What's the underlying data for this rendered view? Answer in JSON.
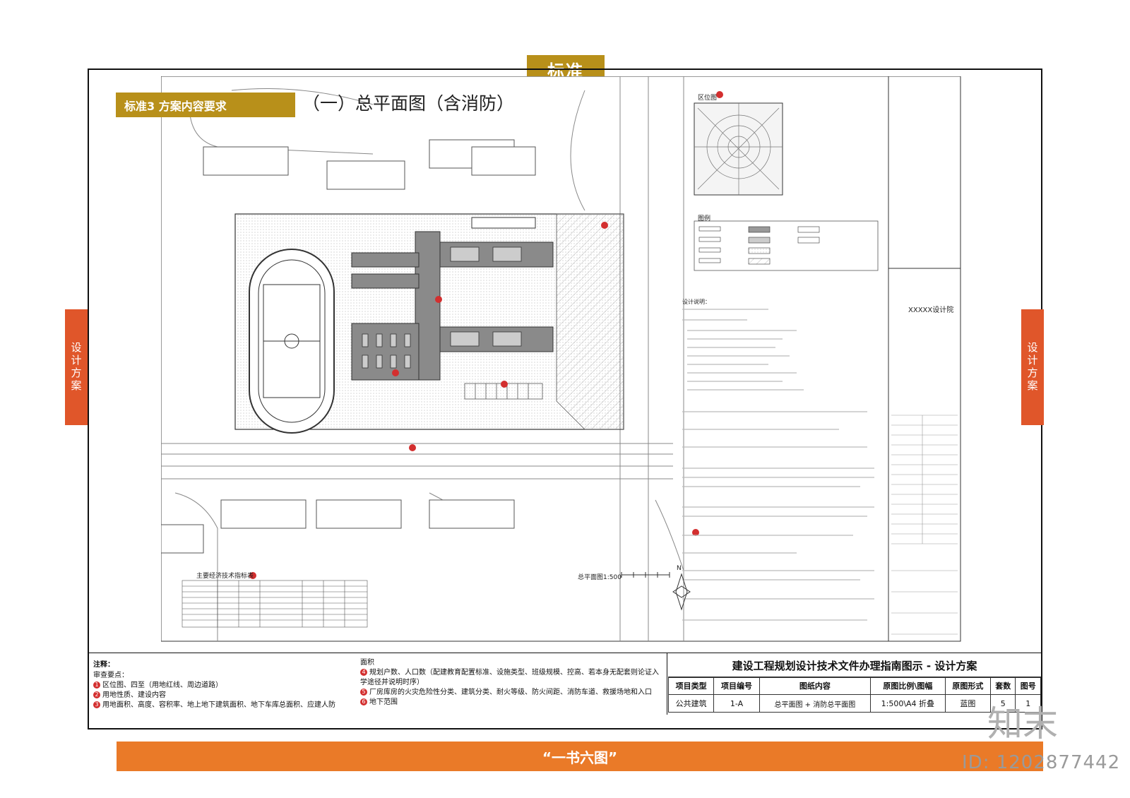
{
  "header": {
    "standard_tab": "标准"
  },
  "side_tabs": {
    "left": "设计方案",
    "right": "设计方案"
  },
  "section": {
    "label": "标准3 方案内容要求",
    "plan_title": "（一）总平面图（含消防）"
  },
  "drawing": {
    "location_map_label": "区位图",
    "legend_label": "图例",
    "design_notes_label": "设计说明：",
    "econ_table_label": "主要经济技术指标表",
    "scale_label": "总平面图1:500",
    "north_label": "N",
    "institute": "XXXXX设计院"
  },
  "notes": {
    "heading": "注释：",
    "sub": "审查要点：",
    "items": [
      {
        "n": "1",
        "text": "区位图、四至（用地红线、周边道路）"
      },
      {
        "n": "2",
        "text": "用地性质、建设内容"
      },
      {
        "n": "3",
        "text": "用地面积、高度、容积率、地上地下建筑面积、地下车库总面积、应建人防"
      }
    ],
    "cont": "面积",
    "items2": [
      {
        "n": "4",
        "text": "规划户数、人口数（配建教育配置标准、设施类型、班级规模、控高、若本身无配套则论证入学途径并说明时序）"
      },
      {
        "n": "5",
        "text": "厂房库房的火灾危险性分类、建筑分类、耐火等级、防火间距、消防车道、救援场地和入口"
      },
      {
        "n": "6",
        "text": "地下范围"
      }
    ]
  },
  "title_block": {
    "main_title": "建设工程规划设计技术文件办理指南图示 - 设计方案",
    "headers": [
      "项目类型",
      "项目编号",
      "图纸内容",
      "原图比例\\图幅",
      "原图形式",
      "套数",
      "图号"
    ],
    "values": [
      "公共建筑",
      "1-A",
      "总平面图 + 消防总平面图",
      "1:500\\A4 折叠",
      "蓝图",
      "5",
      "1"
    ]
  },
  "footer": {
    "band": "“一书六图”",
    "id": "ID: 1202877442",
    "logo": "知末"
  },
  "colors": {
    "gold": "#b8901a",
    "orange": "#e0562a",
    "band": "#ea7a28",
    "marker": "#d32f2f"
  }
}
